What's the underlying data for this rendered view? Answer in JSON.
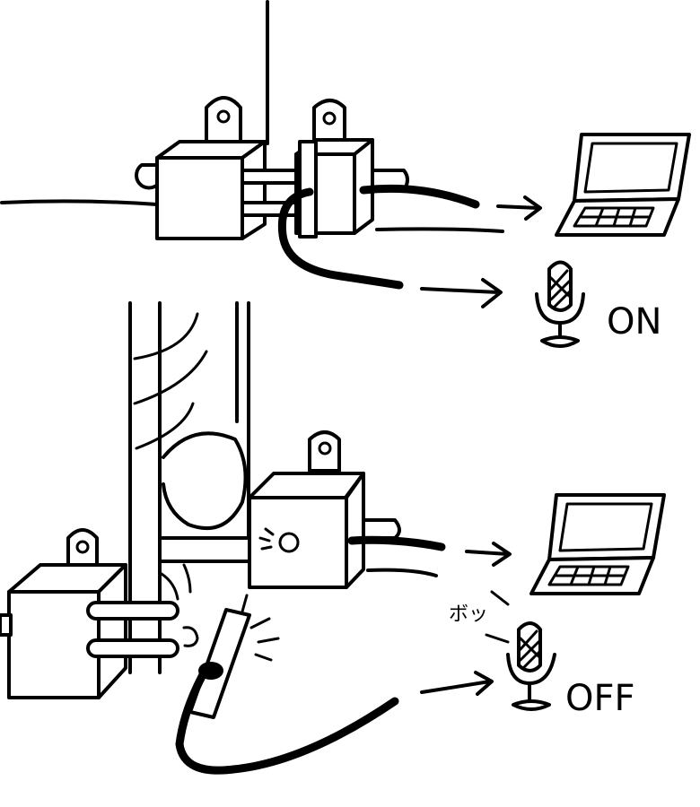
{
  "panels": {
    "top": {
      "status_label": "ON"
    },
    "bottom": {
      "status_label": "OFF",
      "sound_effect": "ボッ"
    }
  },
  "icons": [
    "power-strip-icon",
    "plug-icon",
    "laptop-icon",
    "microphone-icon",
    "arrow-icon"
  ]
}
